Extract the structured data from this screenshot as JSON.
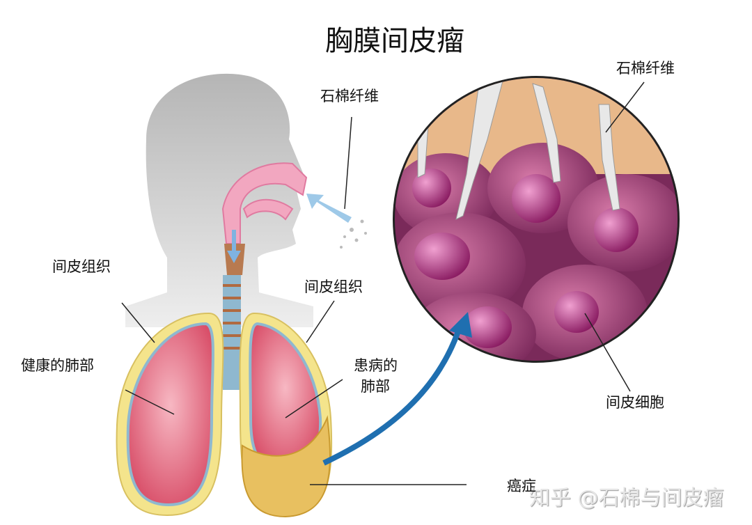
{
  "title": "胸膜间皮瘤",
  "labels": {
    "asbestos_mid": "石棉纤维",
    "asbestos_right": "石棉纤维",
    "mesothelium_left": "间皮组织",
    "mesothelium_mid": "间皮组织",
    "healthy_lung": "健康的肺部",
    "diseased_lung_1": "患病的",
    "diseased_lung_2": "肺部",
    "mesothelial_cell": "间皮细胞",
    "cancer": "癌症"
  },
  "watermark": "知乎 @石棉与间皮瘤",
  "colors": {
    "head": "#bdbdbd",
    "lung": "#e8707f",
    "pleura": "#f3e08a",
    "tumor": "#e9c05a",
    "cell": "#a8407a",
    "arrow": "#1f6fb0",
    "airway": "#f2a7c0"
  }
}
